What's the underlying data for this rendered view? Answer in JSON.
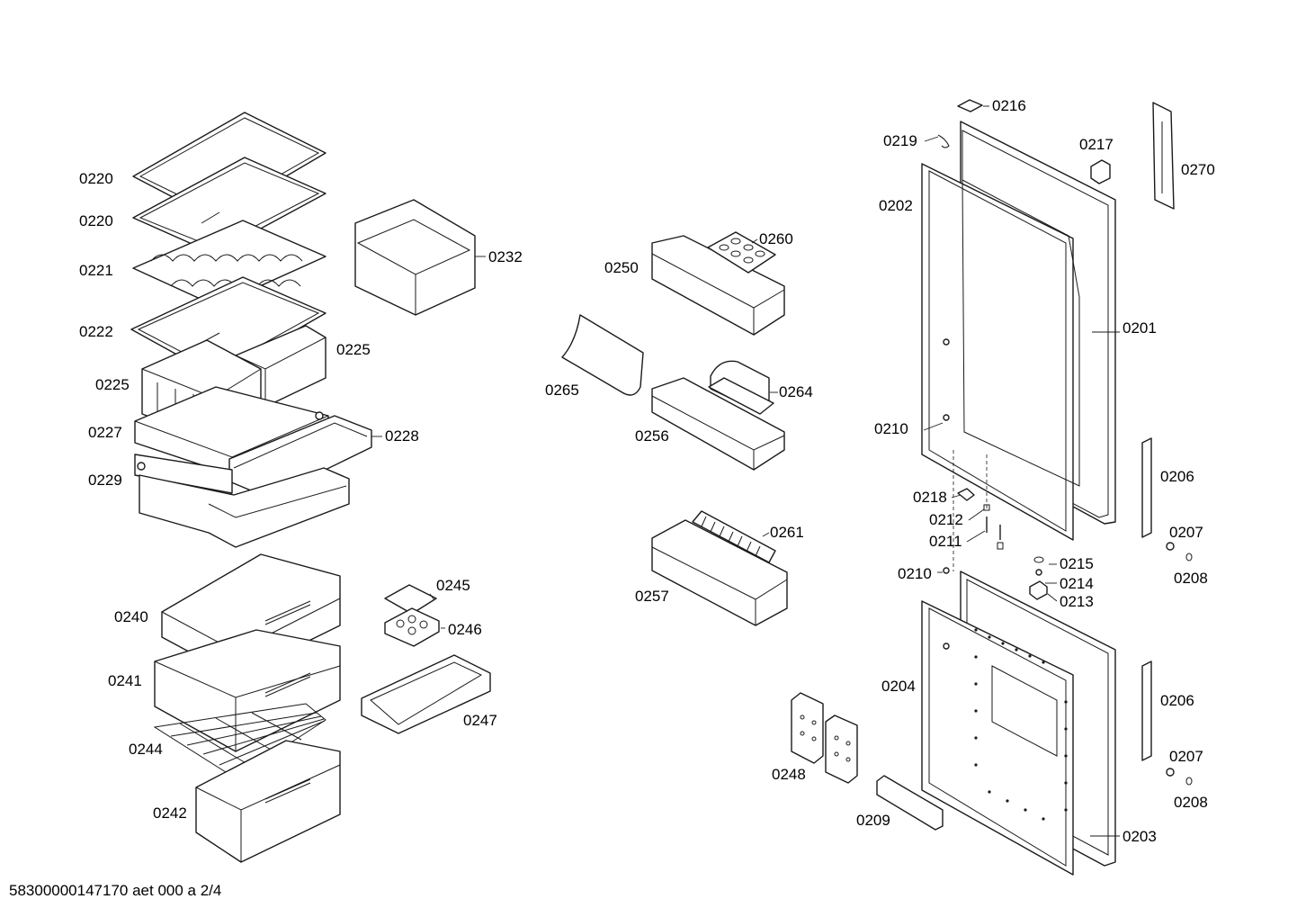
{
  "callouts": {
    "c0216": "0216",
    "c0219": "0219",
    "c0217": "0217",
    "c0270": "0270",
    "c0202": "0202",
    "c0201": "0201",
    "c0210a": "0210",
    "c0218": "0218",
    "c0212": "0212",
    "c0211": "0211",
    "c0206a": "0206",
    "c0207a": "0207",
    "c0208a": "0208",
    "c0215": "0215",
    "c0214": "0214",
    "c0213": "0213",
    "c0210b": "0210",
    "c0204": "0204",
    "c0206b": "0206",
    "c0207b": "0207",
    "c0208b": "0208",
    "c0203": "0203",
    "c0209": "0209",
    "c0248": "0248",
    "c0220a": "0220",
    "c0220b": "0220",
    "c0221": "0221",
    "c0222": "0222",
    "c0225a": "0225",
    "c0225b": "0225",
    "c0227": "0227",
    "c0228": "0228",
    "c0229": "0229",
    "c0232": "0232",
    "c0260": "0260",
    "c0250": "0250",
    "c0265": "0265",
    "c0264": "0264",
    "c0256": "0256",
    "c0261": "0261",
    "c0257": "0257",
    "c0240": "0240",
    "c0241": "0241",
    "c0244": "0244",
    "c0242": "0242",
    "c0245": "0245",
    "c0246": "0246",
    "c0247": "0247"
  },
  "footer": {
    "doc_code": "58300000147170 aet 000 a 2/4"
  }
}
